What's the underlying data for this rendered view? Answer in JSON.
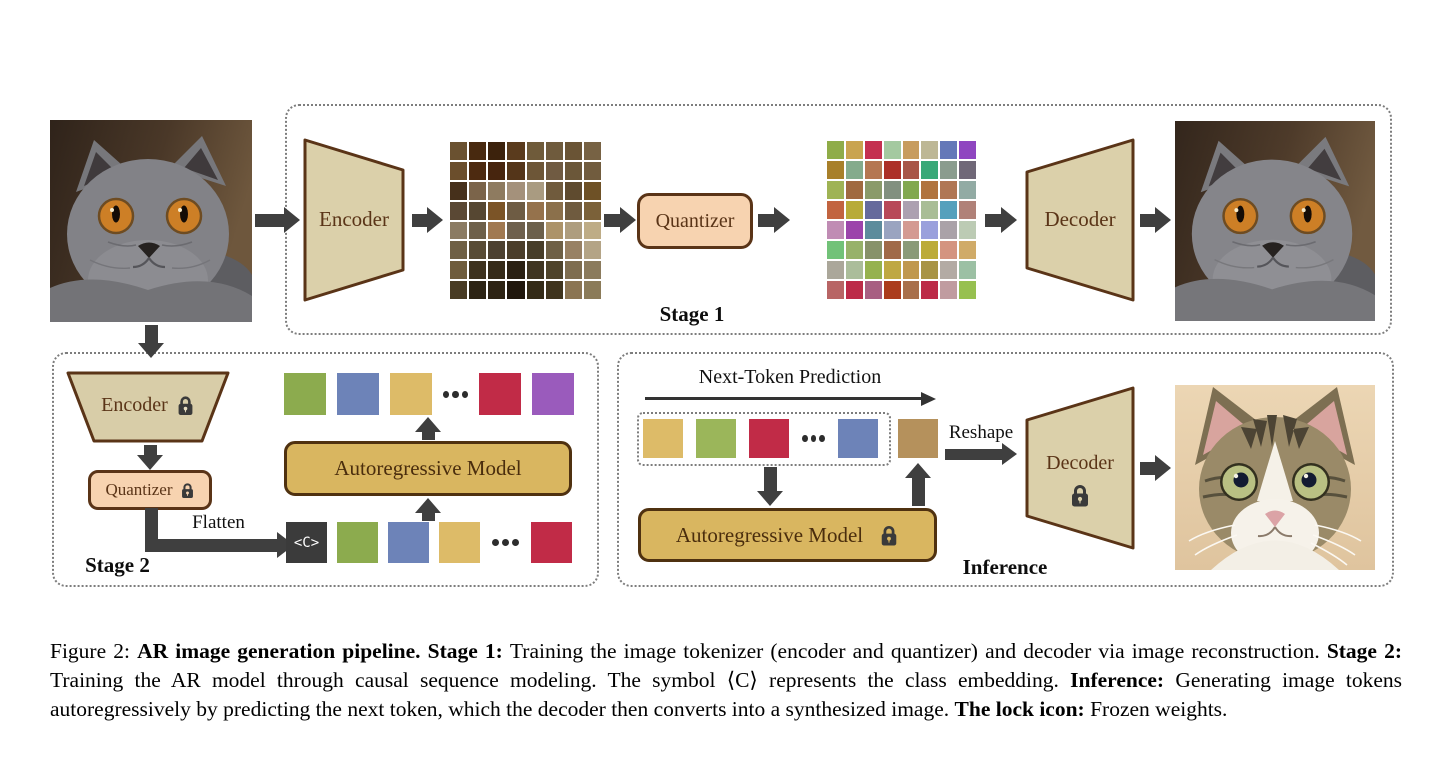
{
  "colors": {
    "shape_fill_tan": "#dbd0aa",
    "shape_border_brown": "#5a3417",
    "quantizer_fill": "#f7d3b0",
    "ar_model_fill": "#d9b660",
    "ar_model_border": "#4f3110",
    "arrow_gray": "#3f3f3f",
    "dotted_border_gray": "#7d7d7d",
    "class_token_bg": "#3b3b3b",
    "new_token_color": "#b5915c"
  },
  "stage1": {
    "label": "Stage 1",
    "encoder_label": "Encoder",
    "quantizer_label": "Quantizer",
    "decoder_label": "Decoder",
    "input_image_alt": "photo of a gray cat looking up",
    "output_image_alt": "reconstructed photo of the gray cat",
    "feature_grid_rows": [
      [
        "#6a5130",
        "#48290f",
        "#3c220c",
        "#5a3b1d",
        "#6f5b3a",
        "#6f5b3d",
        "#6a5435",
        "#776244"
      ],
      [
        "#6b4e2c",
        "#4d2a10",
        "#47250e",
        "#543519",
        "#6d5637",
        "#705b42",
        "#6b5739",
        "#715c3e"
      ],
      [
        "#46301b",
        "#7b644a",
        "#8e7b60",
        "#a4917b",
        "#a99b81",
        "#705b3d",
        "#5f4b2f",
        "#6e5126"
      ],
      [
        "#5a4834",
        "#564732",
        "#7b5427",
        "#6e5c44",
        "#95724c",
        "#8b704b",
        "#6f5b3f",
        "#7b6139"
      ],
      [
        "#8b7b63",
        "#6e604a",
        "#a17951",
        "#6e604d",
        "#6c604b",
        "#ac9369",
        "#ae9d7e",
        "#beac86"
      ],
      [
        "#6f6045",
        "#584b35",
        "#4d4131",
        "#4b3e2b",
        "#473d29",
        "#6e6046",
        "#988164",
        "#b4a486"
      ],
      [
        "#6f5c3c",
        "#3e321e",
        "#362b19",
        "#2b2113",
        "#3f3521",
        "#4e432a",
        "#7e6d4f",
        "#8b7b5d"
      ],
      [
        "#483b23",
        "#2d2414",
        "#2e2414",
        "#20170c",
        "#342b17",
        "#3f341d",
        "#8b7553",
        "#8b7b59"
      ]
    ],
    "token_grid_rows": [
      [
        "#8fac48",
        "#c9a44f",
        "#c43050",
        "#a4c9a0",
        "#c79c5e",
        "#bdb795",
        "#6478b8",
        "#8f46c0"
      ],
      [
        "#a8802a",
        "#84ab8c",
        "#b57752",
        "#ac3028",
        "#a85648",
        "#3aa878",
        "#8a9c8e",
        "#706878"
      ],
      [
        "#9fb354",
        "#a06a40",
        "#8a9a6a",
        "#82907f",
        "#82a850",
        "#b07440",
        "#b07754",
        "#92aba4"
      ],
      [
        "#c26440",
        "#b8ab38",
        "#666a9c",
        "#b84858",
        "#aca0b0",
        "#a9bd96",
        "#55a0bc",
        "#b08178"
      ],
      [
        "#c08cb4",
        "#9c44ab",
        "#5d8c9c",
        "#9aa4c0",
        "#d49a92",
        "#9aa0dc",
        "#aaa2a8",
        "#bccbb4"
      ],
      [
        "#72c278",
        "#97b26a",
        "#87926a",
        "#a06a48",
        "#8a9a78",
        "#bcab38",
        "#d49480",
        "#d0ab68"
      ],
      [
        "#aba79a",
        "#abbd9a",
        "#96b24e",
        "#bfa843",
        "#c0984e",
        "#a89446",
        "#b3aba4",
        "#9cc0a4"
      ],
      [
        "#b86565",
        "#bc2b48",
        "#a85f82",
        "#ab3c1c",
        "#a8704c",
        "#bc2b48",
        "#c09ca0",
        "#97c050"
      ]
    ]
  },
  "stage2": {
    "label": "Stage 2",
    "encoder_label": "Encoder",
    "quantizer_label": "Quantizer",
    "flatten_label": "Flatten",
    "ar_model_label": "Autoregressive Model",
    "class_token_label": "<C>",
    "output_token_row": [
      "#8cab4e",
      "#6d83b8",
      "#ddbb68",
      "dots",
      "#c12b47",
      "#9a5bbc"
    ],
    "input_token_row": [
      "class",
      "#8cab4e",
      "#6d83b8",
      "#ddbb68",
      "dots",
      "#c12b47"
    ]
  },
  "inference": {
    "label": "Inference",
    "next_token_label": "Next-Token Prediction",
    "reshape_label": "Reshape",
    "ar_model_label": "Autoregressive Model",
    "decoder_label": "Decoder",
    "context_token_row": [
      "#ddbb68",
      "#9bb65a",
      "#c12b47",
      "dots",
      "#6d83b8"
    ],
    "output_image_alt": "generated photo of a tabby cat with white muzzle"
  },
  "caption": {
    "segments": [
      {
        "text": "Figure 2: ",
        "bold": false
      },
      {
        "text": "AR image generation pipeline. Stage 1: ",
        "bold": true
      },
      {
        "text": "Training the image tokenizer (encoder and quantizer) and decoder via image reconstruction. ",
        "bold": false
      },
      {
        "text": "Stage 2: ",
        "bold": true
      },
      {
        "text": "Training the AR model through causal sequence modeling. The symbol ⟨C⟩ represents the class embedding. ",
        "bold": false
      },
      {
        "text": "Inference: ",
        "bold": true
      },
      {
        "text": "Generating image tokens autoregressively by predicting the next token, which the decoder then converts into a synthesized image. ",
        "bold": false
      },
      {
        "text": "The lock icon: ",
        "bold": true
      },
      {
        "text": "Frozen weights.",
        "bold": false
      }
    ]
  }
}
